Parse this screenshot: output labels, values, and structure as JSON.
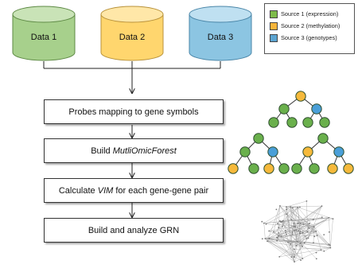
{
  "cylinders": [
    {
      "label": "Data 1",
      "fill": "#a7d08c",
      "top": "#c9e3b7",
      "stroke": "#5e8a45"
    },
    {
      "label": "Data 2",
      "fill": "#ffd66e",
      "top": "#ffe7a8",
      "stroke": "#b8923a"
    },
    {
      "label": "Data 3",
      "fill": "#8cc5e2",
      "top": "#bfe0f1",
      "stroke": "#4a86a8"
    }
  ],
  "steps": [
    {
      "text": "Probes mapping to gene symbols"
    },
    {
      "prefix": "Build ",
      "emph": "MutliOmicForest",
      "suffix": ""
    },
    {
      "prefix": "Calculate ",
      "emph": "VIM",
      "suffix": " for each gene-gene pair"
    },
    {
      "text": "Build and analyze GRN"
    }
  ],
  "legend": [
    {
      "label": "Source 1 (expression)",
      "color": "#7dbb4a"
    },
    {
      "label": "Source 2 (methylation)",
      "color": "#f6b43a"
    },
    {
      "label": "Source 3 (genotypes)",
      "color": "#5ba4d1"
    }
  ],
  "colors": {
    "s1": "#6ab04c",
    "s2": "#f6b93b",
    "s3": "#4a9fd8",
    "node_stroke": "#2f4f2f"
  }
}
